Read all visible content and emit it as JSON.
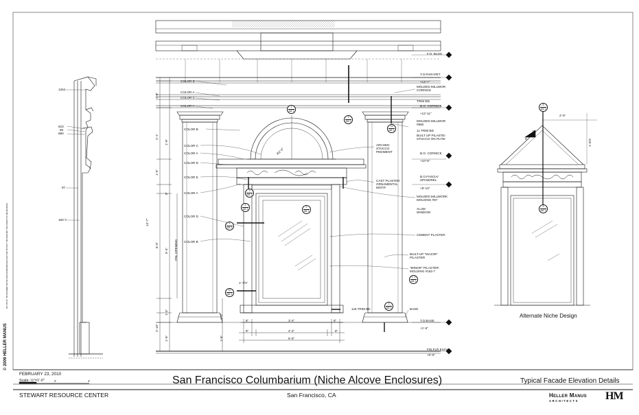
{
  "sidebar": {
    "copyright": "© 2009 HELLER MANUS",
    "fine_print": "NOT ANY OF THIS DOCUMENT MAY BE USED OR REPRODUCED IN ANY WAY WITHOUT THE PRIOR WRITTEN CONSENT OF HELLER MANUS"
  },
  "side_section": {
    "dims": [
      "1264",
      "823",
      "86",
      "880",
      "97",
      "182-7"
    ]
  },
  "main_elevation": {
    "color_labels": [
      "COLOR D",
      "COLOR A",
      "COLOR C",
      "COLOR A",
      "COLOR B",
      "COLOR C",
      "COLOR A",
      "COLOR D",
      "COLOR E",
      "COLOR A",
      "COLOR D",
      "COLOR B"
    ],
    "left_dims": [
      "1'-8\"",
      "2'-1\"",
      "1'-9\"",
      "1'-5\"",
      "14'-7\"",
      "8\"",
      "6'-0\"",
      "5'-4\"",
      "1'-4\"",
      "1'-0\"",
      "2'-10\"",
      "1'-6\"",
      "1'-6\""
    ],
    "opening_label": "F/N. OPENING",
    "bottom_dims": [
      "8\"",
      "3'-4\"",
      "8\"",
      "8\"",
      "4'-2\"",
      "8\"",
      "5'-6\""
    ],
    "radius_label": "R2'-0\"",
    "width_label": "1'-7⅝\"",
    "rod_label": "1x6 TRIM BD",
    "annotations": [
      "ARCHED STUCCO PEDIMENT",
      "CAST PLASTER ORNAMENTAL MOTIF",
      "MOLDED MILLWORK MOLDING #97",
      "ALUM WINDOW",
      "CEMENT PLASTER",
      "BUILT-UP \"MAJOR\" PILASTER",
      "\"MINOR\" PILASTER MOLDING #182-7",
      "BASE"
    ],
    "right_notes": [
      "MOLDED MILLWOR CORNICE",
      "TRIM BD.",
      "MOLDED MILLWOR #880",
      "1x TRIM BD",
      "BUILT UP PILASTEI STUCCO ON PLYW"
    ],
    "levels": [
      {
        "name": "F.O. BLDG",
        "value": ""
      },
      {
        "name": "T.O.PARAPET",
        "value": "+14'-7\""
      },
      {
        "name": "B.O. CORNICE",
        "value": "+12'-11\""
      },
      {
        "name": "B.O. CORNICE",
        "value": "+10'-6\""
      },
      {
        "name": "B.O.FASCIA/ SPANDREL",
        "value": "+8'-10\""
      },
      {
        "name": "T.O.BASE",
        "value": "+1'-6\""
      },
      {
        "name": "FIN.FLR ELEV.",
        "value": "+0'-0\""
      }
    ],
    "bubbles": [
      {
        "top": "1",
        "bottom": "A8.1"
      },
      {
        "top": "1",
        "bottom": "A8.1"
      },
      {
        "top": "11",
        "bottom": "A8.1"
      },
      {
        "top": "3",
        "bottom": "A8.1"
      },
      {
        "top": "4",
        "bottom": "A8.1"
      },
      {
        "top": "2",
        "bottom": "A8.1"
      },
      {
        "top": "5",
        "bottom": "A8.1"
      },
      {
        "top": "1, 2",
        "bottom": "A8.1"
      },
      {
        "top": "10",
        "bottom": "A8.1"
      },
      {
        "top": "2",
        "bottom": "A8.1"
      }
    ]
  },
  "alt_niche": {
    "caption": "Alternate Niche Design",
    "bubble_top": {
      "top": "8",
      "bottom": "A8.1"
    },
    "bubble_mid": {
      "top": "9",
      "bottom": "A8.1"
    },
    "dims": [
      "2'-0\"",
      "1'-9⅝\""
    ],
    "pitch_rise": "9",
    "pitch_run": "12"
  },
  "title_block": {
    "date": "FEBRUARY 23, 2010",
    "scale": "Scale: ½\"=1'-0\"",
    "scale_marks": [
      "0",
      "2'",
      "4'"
    ],
    "left_footer": "STEWART RESOURCE CENTER",
    "project_title": "San Francisco Columbarium (Niche Alcove Enclosures)",
    "location": "San Francisco, CA",
    "sheet_title": "Typical Facade Elevation Details",
    "firm_line1": "Heller Manus",
    "firm_line2": "ARCHITECTS",
    "firm_mark": "HM"
  }
}
